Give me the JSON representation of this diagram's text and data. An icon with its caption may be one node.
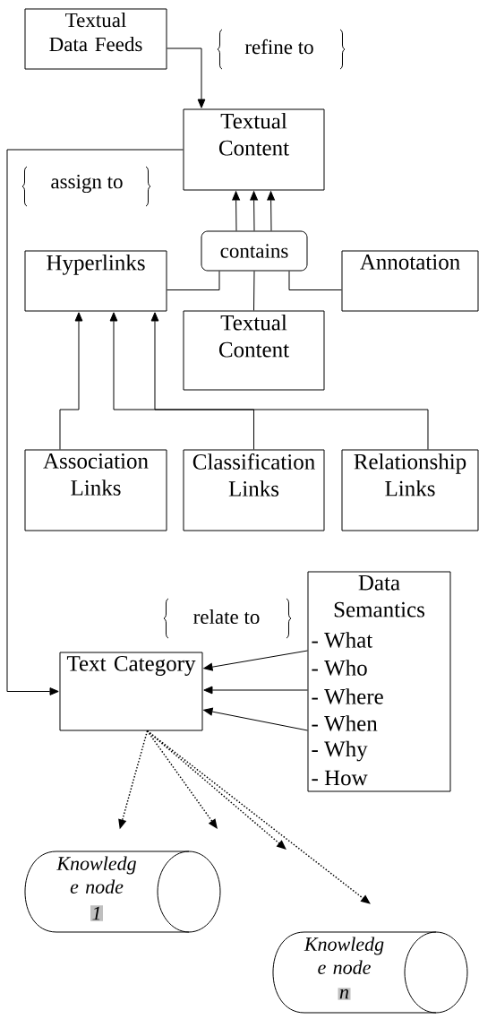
{
  "diagram": {
    "nodes": [
      {
        "text": [
          "Textual Data Feeds"
        ]
      },
      {
        "text": [
          "Textual Content"
        ]
      },
      {
        "text": [
          "contains"
        ]
      },
      {
        "text": [
          "Hyperlinks"
        ]
      },
      {
        "text": [
          "Annotation"
        ]
      },
      {
        "text": [
          "Textual Content"
        ]
      },
      {
        "text": [
          "Association Links"
        ]
      },
      {
        "text": [
          "Classification Links"
        ]
      },
      {
        "text": [
          "Relationship Links"
        ]
      },
      {
        "text": [
          "Data Semantics",
          "- What",
          "- Who",
          "- Where",
          "- When",
          "- Why",
          "- How"
        ]
      },
      {
        "text": [
          "Text Category"
        ]
      },
      {
        "text": [
          "Knowledg e node",
          "1"
        ]
      },
      {
        "text": [
          "Knowledg e node",
          "n"
        ]
      }
    ],
    "edges": [
      {
        "from": 0,
        "to": 1,
        "arrow": "to"
      },
      {
        "from": 1,
        "to": 10,
        "arrow": "to"
      },
      {
        "from": 2,
        "to": 1,
        "arrow": "to"
      },
      {
        "from": 2,
        "to": 1,
        "arrow": "to"
      },
      {
        "from": 2,
        "to": 1,
        "arrow": "to"
      },
      {
        "from": 3,
        "to": 2,
        "arrow": "none"
      },
      {
        "from": 5,
        "to": 2,
        "arrow": "none"
      },
      {
        "from": 4,
        "to": 2,
        "arrow": "none"
      },
      {
        "from": 6,
        "to": 3,
        "arrow": "to"
      },
      {
        "from": 7,
        "to": 3,
        "arrow": "to"
      },
      {
        "from": 8,
        "to": 3,
        "arrow": "to"
      },
      {
        "from": 9,
        "to": 10,
        "arrow": "to"
      },
      {
        "from": 9,
        "to": 10,
        "arrow": "to"
      },
      {
        "from": 9,
        "to": 10,
        "arrow": "to"
      },
      {
        "from": 10,
        "to": 11,
        "arrow": "to",
        "style": "dashed"
      },
      {
        "from": 10,
        "to": null,
        "arrow": "to",
        "style": "dashed"
      },
      {
        "from": 10,
        "to": null,
        "arrow": "to",
        "style": "dashed"
      },
      {
        "from": 10,
        "to": 12,
        "arrow": "to",
        "style": "dashed"
      }
    ],
    "labels": [
      "refine to",
      "assign to",
      "relate to"
    ]
  }
}
